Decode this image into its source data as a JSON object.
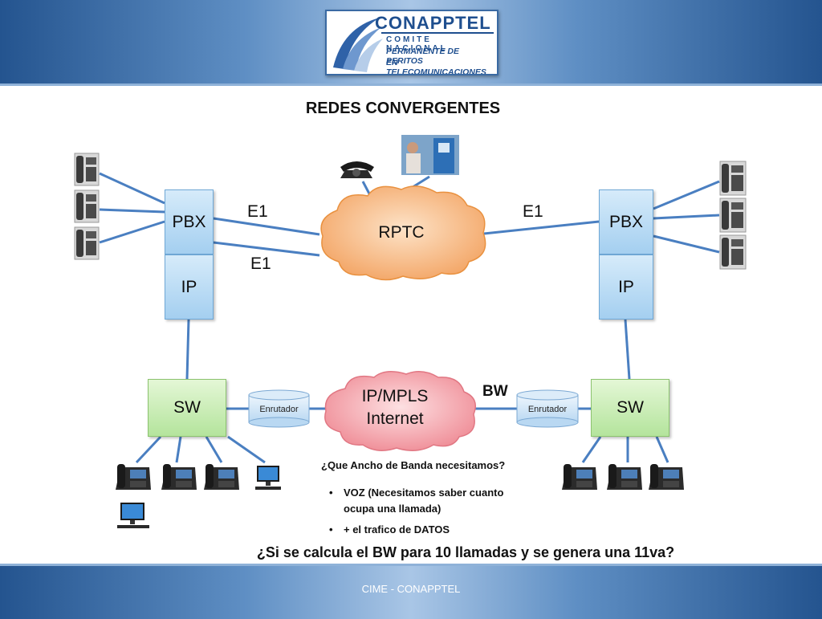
{
  "header": {
    "logo": {
      "name": "CONAPPTEL",
      "line1": "COMITE NACIONAL",
      "line2": "PERMANENTE DE PERITOS",
      "line3": "EN TELECOMUNICACIONES"
    }
  },
  "title": "REDES CONVERGENTES",
  "nodes": {
    "pbx_left": "PBX",
    "ip_left": "IP",
    "pbx_right": "PBX",
    "ip_right": "IP",
    "sw_left": "SW",
    "sw_right": "SW",
    "rptc": "RPTC",
    "mpls_line1": "IP/MPLS",
    "mpls_line2": "Internet",
    "router_left": "Enrutador",
    "router_right": "Enrutador"
  },
  "links": {
    "e1_left_top": "E1",
    "e1_left_bottom": "E1",
    "e1_right": "E1",
    "bw": "BW"
  },
  "notes": {
    "question_bw": "¿Que Ancho de Banda necesitamos?",
    "bullet1_line1": "VOZ (Necesitamos saber cuanto",
    "bullet1_line2": "ocupa una llamada)",
    "bullet2": "+ el trafico de DATOS",
    "bullet_mark": "•"
  },
  "question": "¿Si se calcula el BW para 10 llamadas y se genera una 11va?",
  "footer": "CIME - CONAPPTEL",
  "colors": {
    "band": "#24548f",
    "line": "#4a7fc1",
    "pbx_box": "#a4cff0",
    "sw_box": "#b4e49c",
    "rptc_cloud": "#f5b37a",
    "mpls_cloud": "#f49aa2"
  }
}
